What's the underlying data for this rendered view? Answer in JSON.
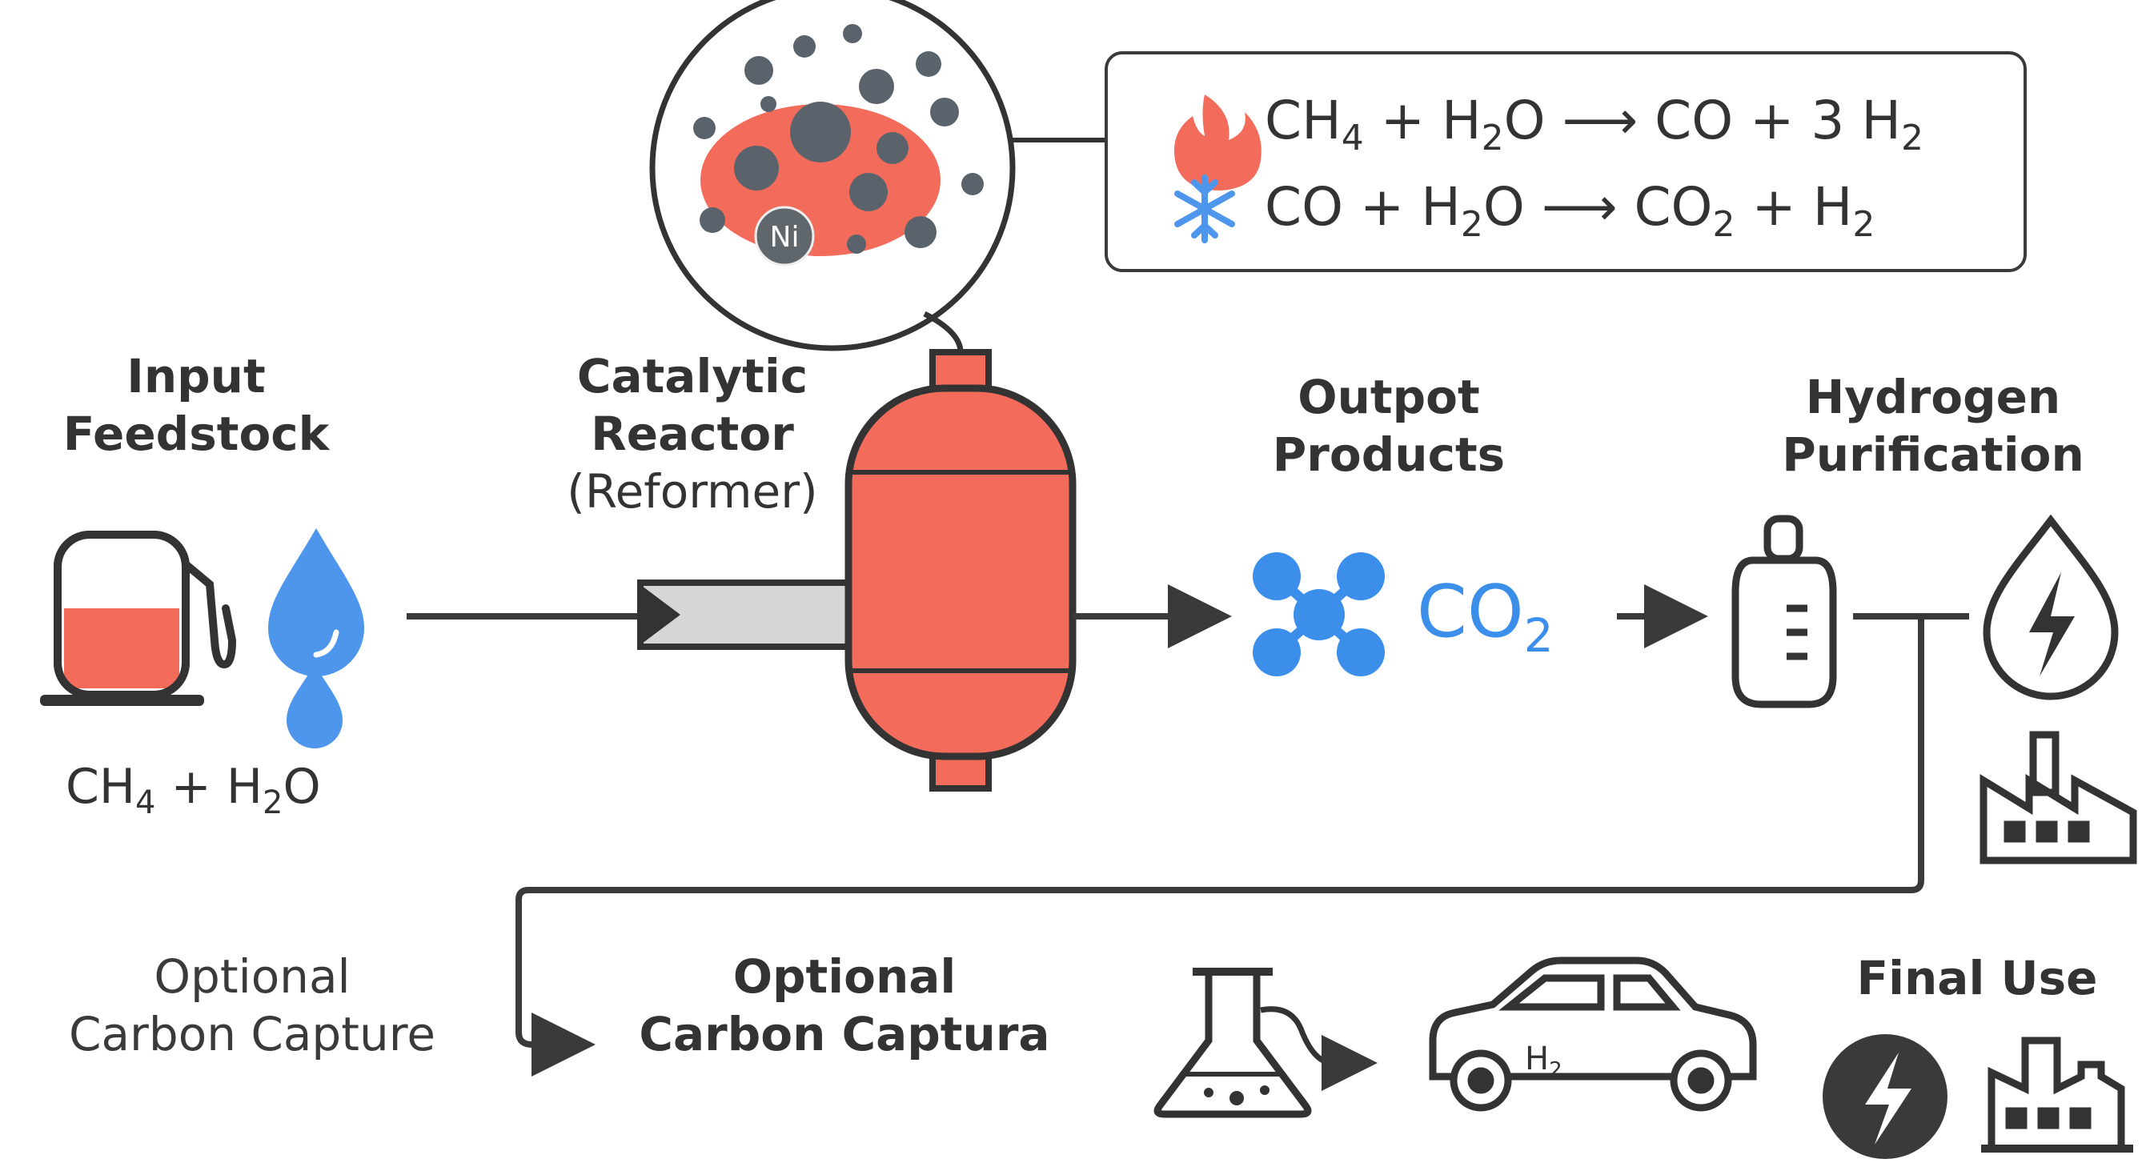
{
  "reaction_box": {
    "hot_reaction": {
      "a": "CH",
      "a_sub": "4",
      "b": " + H",
      "b_sub": "2",
      "c": "O ⟶ CO + 3 H",
      "c_sub": "2"
    },
    "cold_reaction": {
      "a": "CO + H",
      "a_sub": "2",
      "b": "O  ⟶ CO",
      "b_sub": "2",
      "c": " + H",
      "c_sub": "2"
    }
  },
  "catalyst": {
    "label": "Ni"
  },
  "stages": {
    "input": {
      "line1": "Input",
      "line2": "Feedstock"
    },
    "reactor": {
      "line1": "Catalytic",
      "line2": "Reactor",
      "line3": "(Reformer)"
    },
    "output": {
      "line1": "Outpot",
      "line2": "Products"
    },
    "purification": {
      "line1": "Hydrogen",
      "line2": "Purification"
    },
    "final": {
      "line1": "Final Use"
    }
  },
  "feed_formula": {
    "a": "CH",
    "a_sub": "4",
    "b": " + H",
    "b_sub": "2",
    "c": "O"
  },
  "co2_label": {
    "a": "CO",
    "a_sub": "2"
  },
  "carbon_capture_left": {
    "line1": "Optional",
    "line2": "Carbon Capture"
  },
  "carbon_capture_right": {
    "line1": "Optional",
    "line2": "Carbon Captura"
  },
  "car_label": {
    "a": "H",
    "a_sub": "2"
  },
  "colors": {
    "accent_red": "#f36c5b",
    "outline": "#3a3a3a",
    "blue": "#3b8fea",
    "gray_particles": "#5a636b"
  },
  "icons": [
    "flame-icon",
    "snowflake-icon",
    "fuel-pump-icon",
    "water-drop-icon",
    "reactor-vessel-icon",
    "molecule-icon",
    "hydrogen-tank-icon",
    "energy-drop-icon",
    "factory-icon",
    "flask-icon",
    "car-icon",
    "lightning-icon"
  ]
}
